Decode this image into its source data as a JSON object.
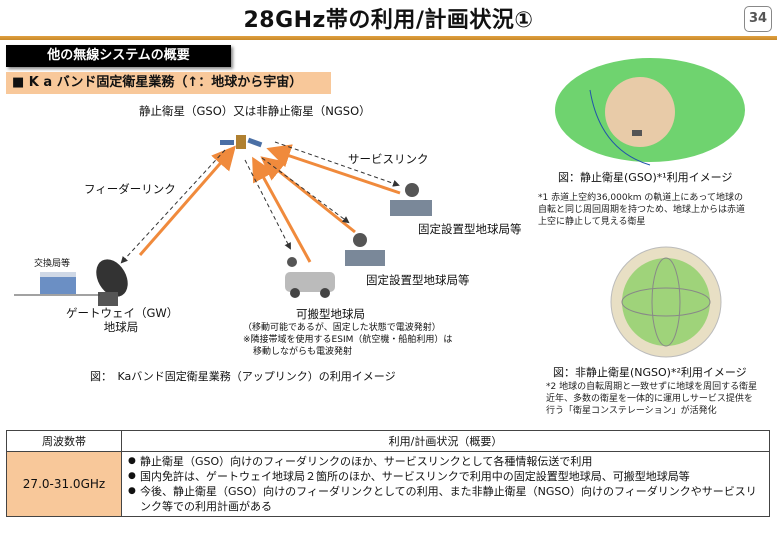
{
  "header": {
    "title": "28GHz帯の利用/計画状況①",
    "page": "34"
  },
  "section_title": "他の無線システムの概要",
  "subtitle": "■ K a バンド固定衛星業務（↑：地球から宇宙）",
  "diagram": {
    "satellite_label": "静止衛星（GSO）又は非静止衛星（NGSO）",
    "service_link": "サービスリンク",
    "feeder_link": "フィーダーリンク",
    "exchange": "交換局等",
    "gateway": [
      "ゲートウェイ（GW）",
      "地球局"
    ],
    "fixed_station_1": "固定設置型地球局等",
    "fixed_station_2": "固定設置型地球局等",
    "portable": "可搬型地球局",
    "portable_notes": [
      "（移動可能であるが、固定した状態で電波発射）",
      "※隣接帯域を使用するESIM（航空機・船舶利用）は",
      "移動しながらも電波発射"
    ],
    "caption": "図：　Kaバンド固定衛星業務（アップリンク）の利用イメージ"
  },
  "gso": {
    "caption": "図：静止衛星(GSO)*¹利用イメージ",
    "notes": [
      "*1 赤道上空約36,000km の軌道上にあって地球の",
      "自転と同じ周回周期を持つため、地球上からは赤道",
      "上空に静止して見える衛星"
    ]
  },
  "ngso": {
    "caption": "図：非静止衛星(NGSO)*²利用イメージ",
    "notes": [
      "*2 地球の自転周期と一致せずに地球を周回する衛星",
      "近年、多数の衛星を一体的に運用しサービス提供を",
      "行う「衛星コンステレーション」が活発化"
    ]
  },
  "table": {
    "headers": [
      "周波数帯",
      "利用/計画状況（概要）"
    ],
    "freq": "27.0-31.0GHz",
    "items": [
      "静止衛星（GSO）向けのフィーダリンクのほか、サービスリンクとして各種情報伝送で利用",
      "国内免許は、ゲートウェイ地球局２箇所のほか、サービスリンクで利用中の固定設置型地球局、可搬型地球局等",
      "今後、静止衛星（GSO）向けのフィーダリンクとしての利用、また非静止衛星（NGSO）向けのフィーダリンクやサービスリンク等での利用計画がある"
    ]
  },
  "colors": {
    "accent": "#f8c89a",
    "arrow": "#f08a3c"
  }
}
